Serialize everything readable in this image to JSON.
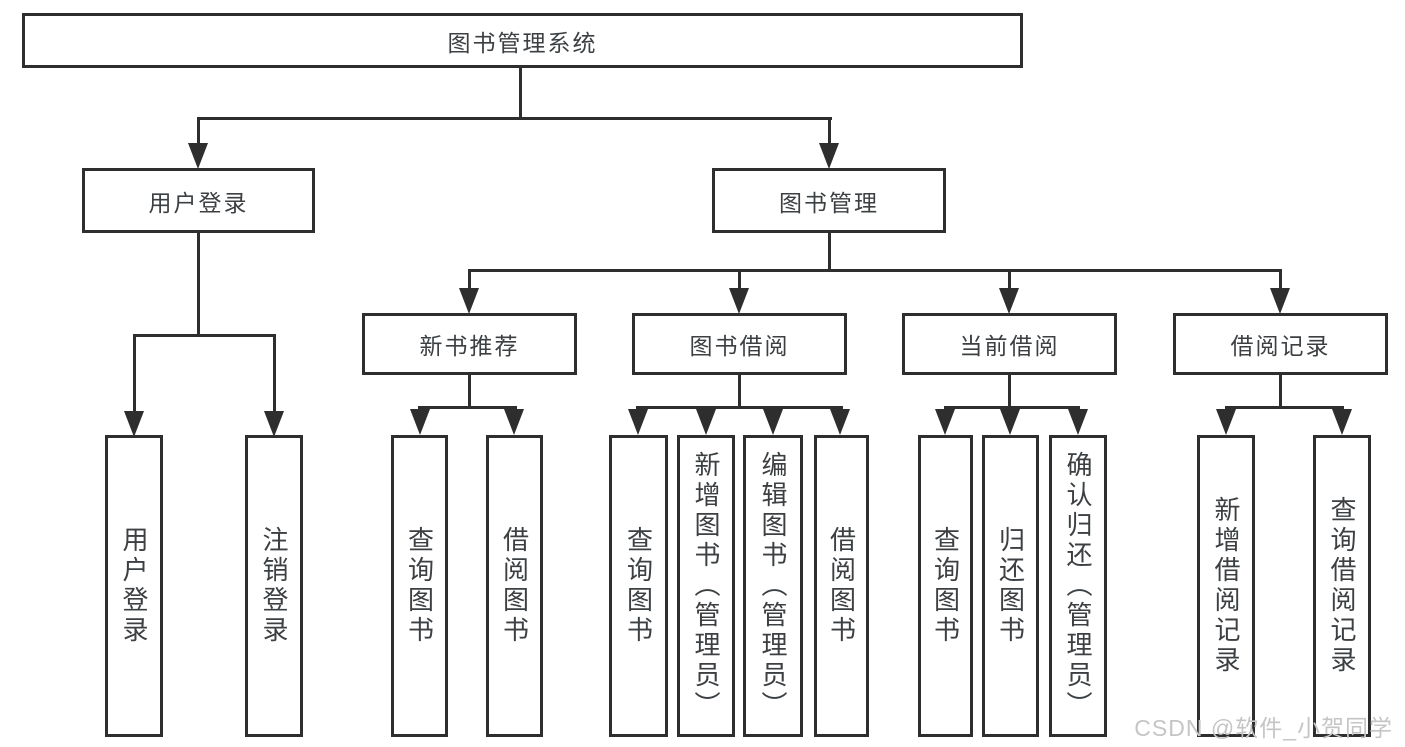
{
  "diagram": {
    "type": "tree",
    "colors": {
      "line": "#2e2e2e",
      "text": "#3c4043",
      "watermark": "#c5c5c5",
      "background": "#ffffff"
    },
    "tree": {
      "label": "图书管理系统",
      "children": [
        {
          "label": "用户登录",
          "children": [
            {
              "label": "用户登录"
            },
            {
              "label": "注销登录"
            }
          ]
        },
        {
          "label": "图书管理",
          "children": [
            {
              "label": "新书推荐",
              "children": [
                {
                  "label": "查询图书"
                },
                {
                  "label": "借阅图书"
                }
              ]
            },
            {
              "label": "图书借阅",
              "children": [
                {
                  "label": "查询图书"
                },
                {
                  "label": "新增图书（管理员）"
                },
                {
                  "label": "编辑图书（管理员）"
                },
                {
                  "label": "借阅图书"
                }
              ]
            },
            {
              "label": "当前借阅",
              "children": [
                {
                  "label": "查询图书"
                },
                {
                  "label": "归还图书"
                },
                {
                  "label": "确认归还（管理员）"
                }
              ]
            },
            {
              "label": "借阅记录",
              "children": [
                {
                  "label": "新增借阅记录"
                },
                {
                  "label": "查询借阅记录"
                }
              ]
            }
          ]
        }
      ]
    },
    "watermark": {
      "text": "CSDN @软件_小贺同学"
    }
  }
}
